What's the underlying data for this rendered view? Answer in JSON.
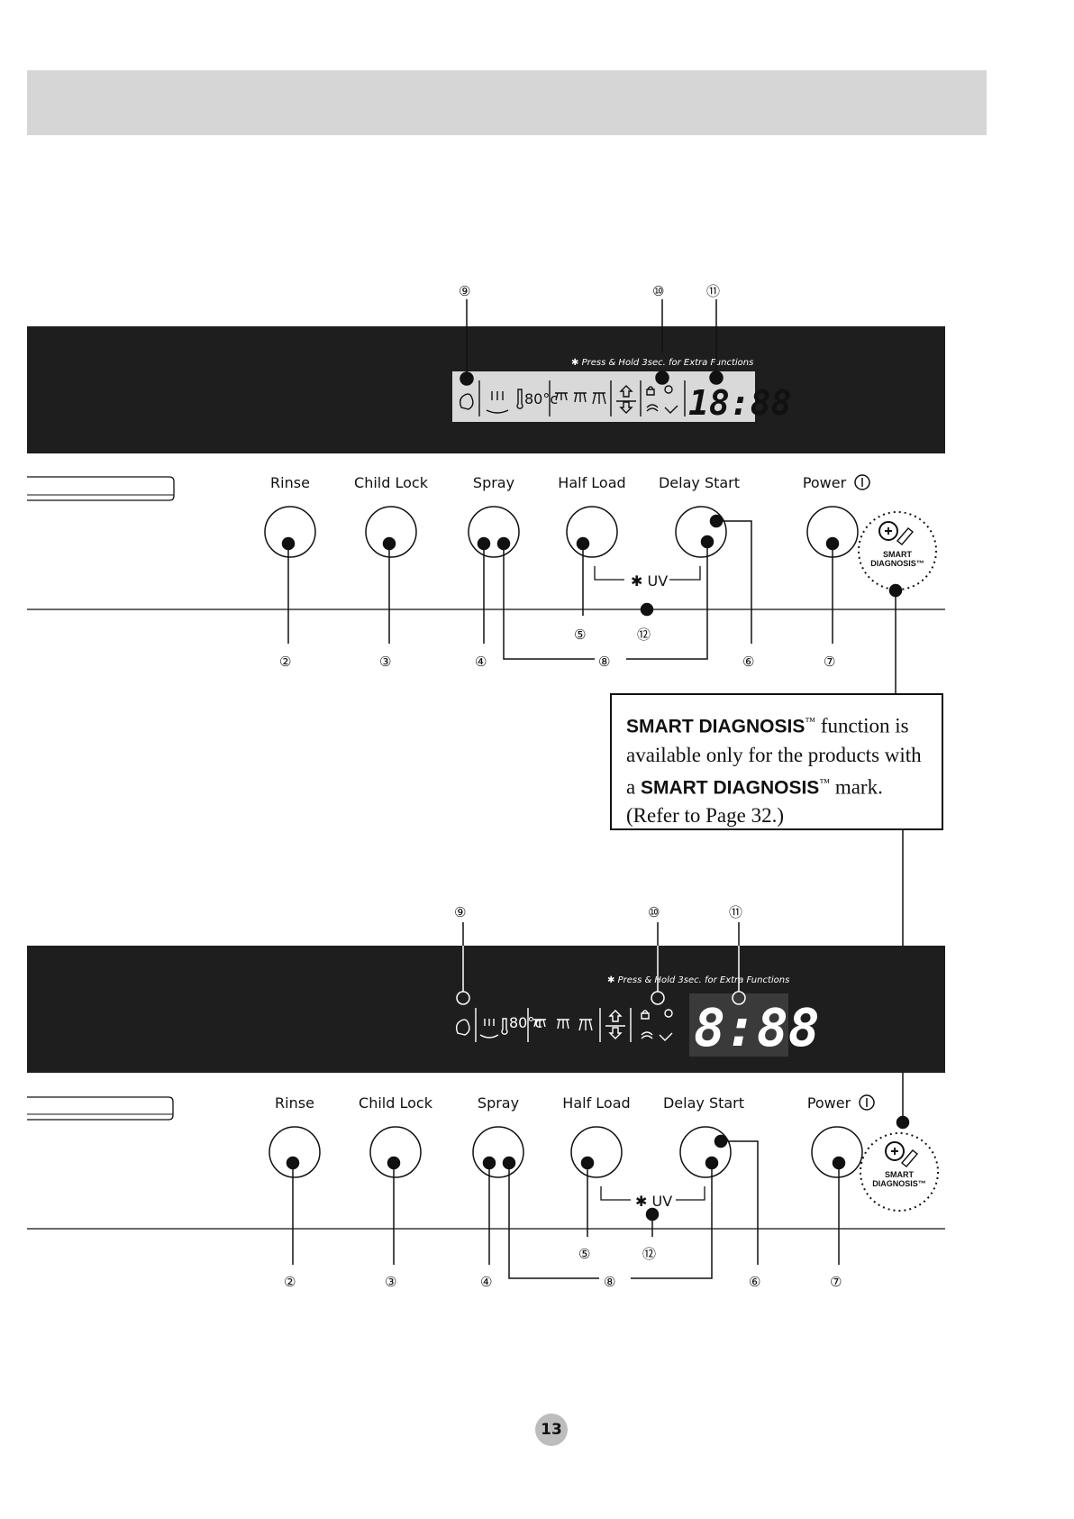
{
  "panels": [
    {
      "buttons": [
        "Rinse",
        "Child Lock",
        "Spray",
        "Half Load",
        "Delay Start",
        "Power"
      ],
      "display_hint": "Press & Hold 3sec. for Extra Functions",
      "display_time": "18:88",
      "display_temp": "80°c",
      "uv_label": "UV",
      "smart_mark": [
        "SMART",
        "DIAGNOSIS™"
      ],
      "callouts_top": [
        "⑨",
        "⑩",
        "⑪"
      ],
      "callouts_bottom": [
        "②",
        "③",
        "④",
        "⑤",
        "⑧",
        "⑥",
        "⑦"
      ],
      "callout_uv": "⑫"
    },
    {
      "buttons": [
        "Rinse",
        "Child Lock",
        "Spray",
        "Half Load",
        "Delay Start",
        "Power"
      ],
      "display_hint": "Press & Hold 3sec. for Extra Functions",
      "display_time": "8:88",
      "display_temp": "80°c",
      "uv_label": "UV",
      "smart_mark": [
        "SMART",
        "DIAGNOSIS™"
      ],
      "callouts_top": [
        "⑨",
        "⑩",
        "⑪"
      ],
      "callouts_bottom": [
        "②",
        "③",
        "④",
        "⑤",
        "⑧",
        "⑥",
        "⑦"
      ],
      "callout_uv": "⑫"
    }
  ],
  "note": {
    "line1_bold": "SMART DIAGNOSIS",
    "tm": "™",
    "line1_rest": " function is",
    "line2": "available only for the products with",
    "line3_pre": "a ",
    "line3_bold": "SMART DIAGNOSIS",
    "line3_rest": " mark.",
    "line4": "(Refer to Page 32.)"
  },
  "page_number": "13"
}
